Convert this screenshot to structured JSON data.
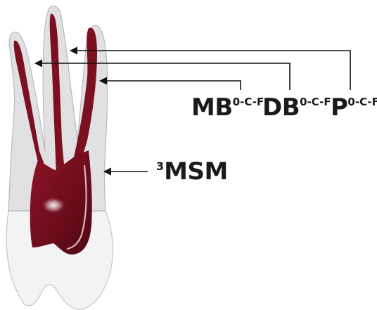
{
  "labels": {
    "mb": {
      "main": "MB",
      "sup": "0-C-F"
    },
    "db": {
      "main": "DB",
      "sup": "0-C-F"
    },
    "p": {
      "main": "P",
      "sup": "0-C-F"
    },
    "msm": {
      "pre": "3",
      "main": "MSM"
    }
  },
  "colors": {
    "root": "#e1e1e3",
    "root_outline": "#b9b9bd",
    "crown": "#f3f3f4",
    "crown_outline": "#c6c6ca",
    "canal": "#7a1020",
    "canal_dark": "#4e0812",
    "highlight": "#f5e6e8",
    "leader": "#111111"
  }
}
